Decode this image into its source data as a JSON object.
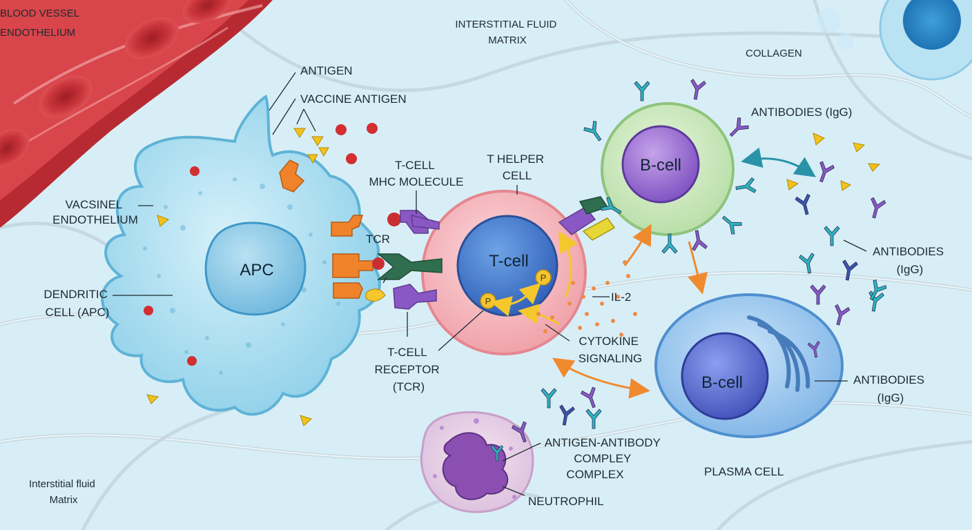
{
  "labels": {
    "blood_vessel": [
      "BLOOD VESSEL",
      "ENDOTHELIUM"
    ],
    "interstitial_top": [
      "INTERSTITIAL FLUID",
      "MATRIX"
    ],
    "collagen": "COLLAGEN",
    "antigen": "ANTIGEN",
    "vaccine_antigen": "VACCINE ANTIGEN",
    "vacsinel": [
      "VACSINEL",
      "ENDOTHELIUM"
    ],
    "dendritic": [
      "DENDRITIC",
      "CELL (APC)"
    ],
    "apc": "APC",
    "tcell_mhc": [
      "T-CELL",
      "MHC MOLECULE"
    ],
    "tcr_short": "TCR",
    "t_helper": [
      "T HELPER",
      "CELL"
    ],
    "t_cell": "T-cell",
    "phospho": "P",
    "tcr_long": [
      "T-CELL",
      "RECEPTOR",
      "(TCR)"
    ],
    "il2": "IL-2",
    "cytokine": [
      "CYTOKINE",
      "SIGNALING"
    ],
    "b_cell_top": "B-cell",
    "antibodies_1": "ANTIBODIES (IgG)",
    "antibodies_2": [
      "ANTIBODIES",
      "(IgG)"
    ],
    "antibodies_3": [
      "ANTIBODIES",
      "(IgG)"
    ],
    "b_cell_plasma": "B-cell",
    "plasma_cell": "PLASMA CELL",
    "complex": [
      "ANTIGEN-ANTIBODY",
      "COMPLEY",
      "COMPLEX"
    ],
    "neutrophil": "NEUTROPHIL",
    "interstitial_bottom": [
      "Interstitial fluid",
      "Matrix"
    ]
  },
  "colors": {
    "background": "#d8eef7",
    "vessel": "#c8343a",
    "apc": "#aee0f1",
    "t_cell_outer": "#f4b7bd",
    "t_cell_nucleus": "#3e78cf",
    "b_cell_outer": "#cfeac3",
    "b_cell_nucleus": "#9a6fcf",
    "plasma_cell": "#9ccbf0",
    "antigen_triangle": "#f2c21b",
    "antibody_purple": "#8a58c4",
    "antibody_teal": "#2bb5bd",
    "antibody_navy": "#3a55a8",
    "receptor_orange": "#f0832a",
    "receptor_green": "#2f6e4f",
    "arrow_orange": "#f08a2e",
    "arrow_yellow": "#f4c72c"
  },
  "icons": [
    "antigen-triangle-icon",
    "antibody-y-icon",
    "phospho-badge-icon",
    "red-particle-icon"
  ]
}
